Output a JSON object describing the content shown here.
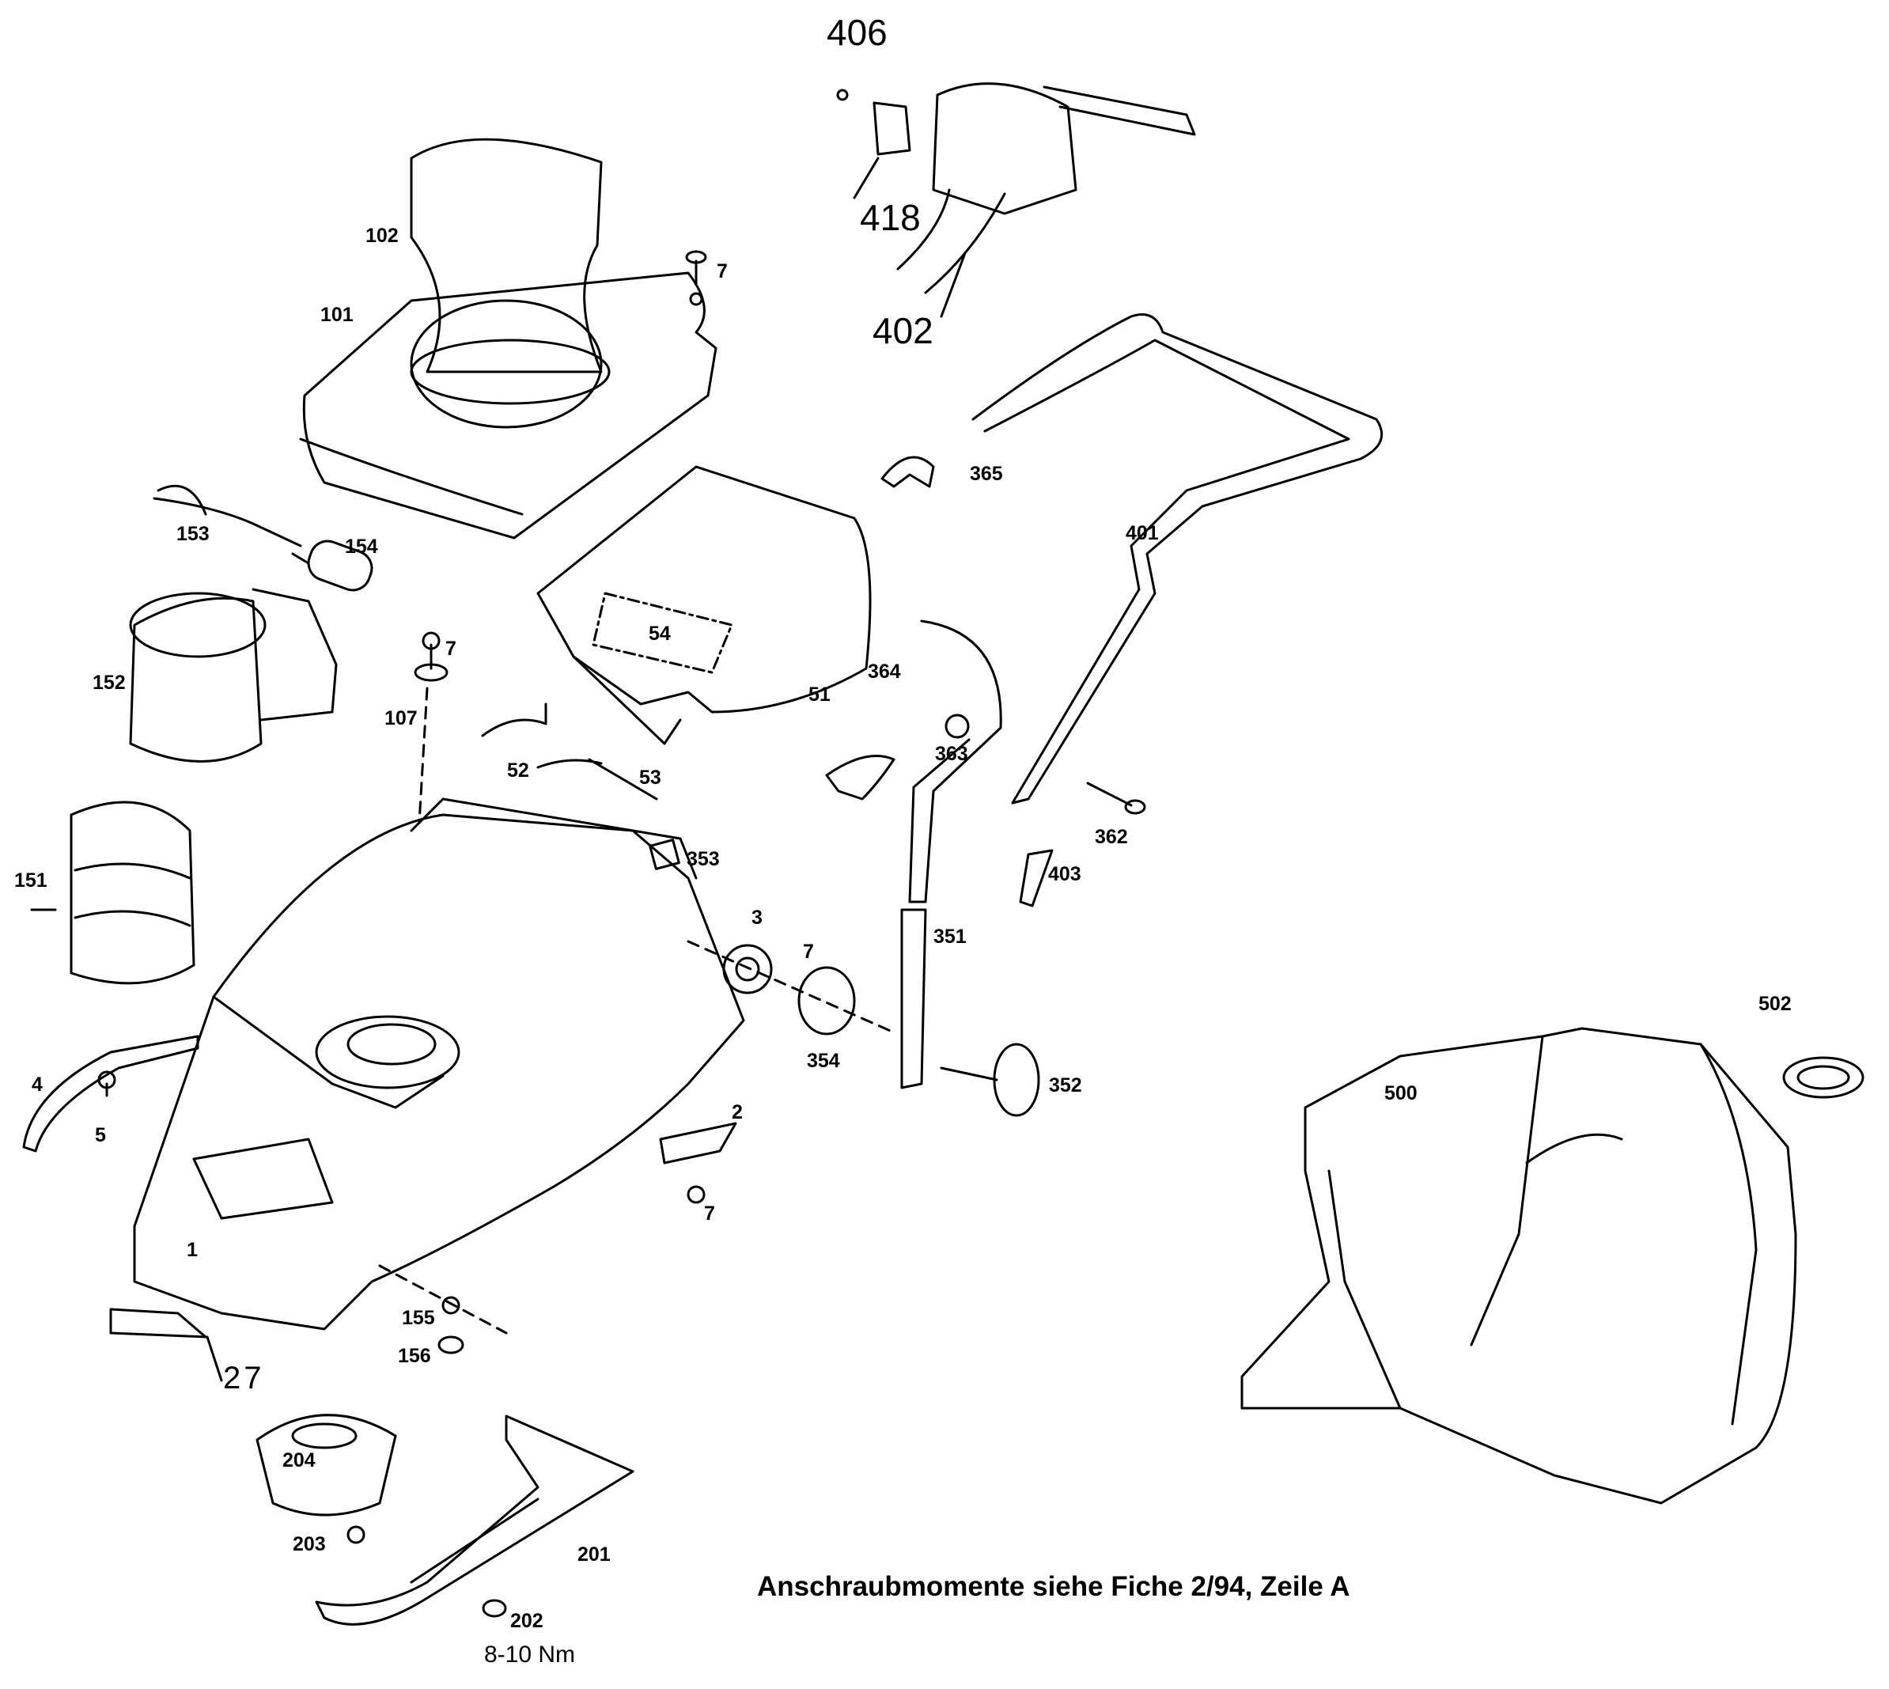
{
  "diagram": {
    "type": "exploded-parts-view",
    "subject": "Electric lawn mower",
    "note": "Anschraubmomente siehe Fiche 2/94, Zeile A",
    "torque_spec": "8-10 Nm",
    "parts": {
      "p1": "1",
      "p2": "2",
      "p3": "3",
      "p4": "4",
      "p5": "5",
      "p7a": "7",
      "p7b": "7",
      "p7c": "7",
      "p7d": "7",
      "p27": "27",
      "p51": "51",
      "p52": "52",
      "p53": "53",
      "p54": "54",
      "p101": "101",
      "p102": "102",
      "p107": "107",
      "p151": "151",
      "p152": "152",
      "p153": "153",
      "p154": "154",
      "p155": "155",
      "p156": "156",
      "p201": "201",
      "p202": "202",
      "p203": "203",
      "p204": "204",
      "p351": "351",
      "p352": "352",
      "p353": "353",
      "p354": "354",
      "p362": "362",
      "p363": "363",
      "p364": "364",
      "p365": "365",
      "p401": "401",
      "p402": "402",
      "p403": "403",
      "p406": "406",
      "p418": "418",
      "p500": "500",
      "p502": "502"
    }
  }
}
